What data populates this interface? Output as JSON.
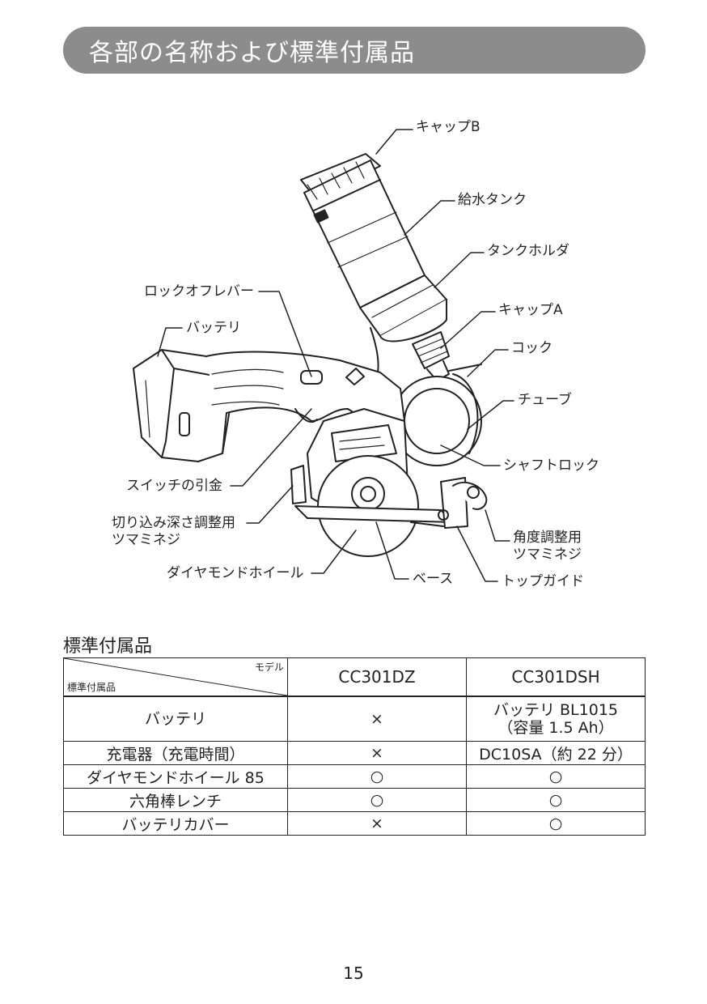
{
  "page_title": "各部の名称および標準付属品",
  "labels": {
    "cap_b": "キャップB",
    "water_tank": "給水タンク",
    "tank_holder": "タンクホルダ",
    "lock_off_lever": "ロックオフレバー",
    "cap_a": "キャップA",
    "battery": "バッテリ",
    "cock": "コック",
    "tube": "チューブ",
    "shaft_lock": "シャフトロック",
    "switch_trigger": "スイッチの引金",
    "depth_knob_line1": "切り込み深さ調整用",
    "depth_knob_line2": "ツマミネジ",
    "angle_knob_line1": "角度調整用",
    "angle_knob_line2": "ツマミネジ",
    "diamond_wheel": "ダイヤモンドホイール",
    "base": "ベース",
    "top_guide": "トップガイド"
  },
  "accessories": {
    "section_title": "標準付属品",
    "header_model": "モデル",
    "header_item": "標準付属品",
    "models": [
      "CC301DZ",
      "CC301DSH"
    ],
    "rows": [
      {
        "item": "バッテリ",
        "dz": "×",
        "dsh": "バッテリ BL1015",
        "dsh_2": "（容量 1.5 Ah）"
      },
      {
        "item": "充電器（充電時間）",
        "dz": "×",
        "dsh": "DC10SA（約 22 分）"
      },
      {
        "item": "ダイヤモンドホイール 85",
        "dz": "○",
        "dsh": "○"
      },
      {
        "item": "六角棒レンチ",
        "dz": "○",
        "dsh": "○"
      },
      {
        "item": "バッテリカバー",
        "dz": "×",
        "dsh": "○"
      }
    ]
  },
  "page_number": "15"
}
